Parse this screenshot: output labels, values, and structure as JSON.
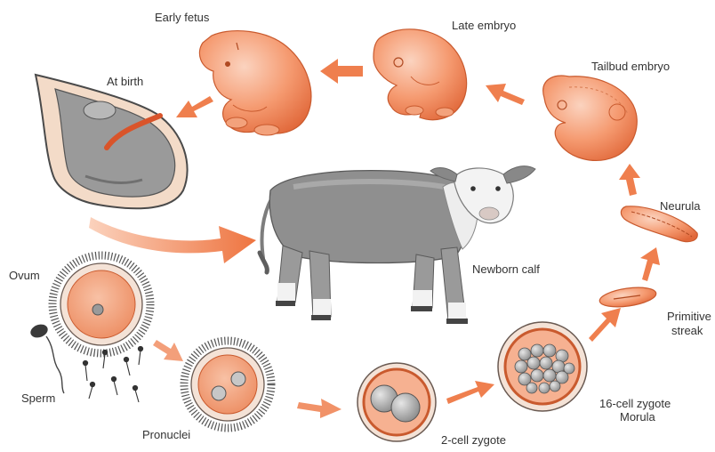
{
  "labels": {
    "early_fetus": "Early fetus",
    "late_embryo": "Late embryo",
    "tailbud_embryo": "Tailbud embryo",
    "at_birth": "At birth",
    "neurula": "Neurula",
    "newborn_calf": "Newborn calf",
    "ovum": "Ovum",
    "primitive_streak_line1": "Primitive",
    "primitive_streak_line2": "streak",
    "sperm": "Sperm",
    "pronuclei": "Pronuclei",
    "cell16_line1": "16-cell zygote",
    "cell16_line2": "Morula",
    "cell2": "2-cell zygote"
  },
  "colors": {
    "embryo": "#f08a5d",
    "arrow": "#ef7f4e",
    "cow_body": "#8e8e8e",
    "cytoplasm": "#f2a27c",
    "membrane": "#6a5a52"
  }
}
